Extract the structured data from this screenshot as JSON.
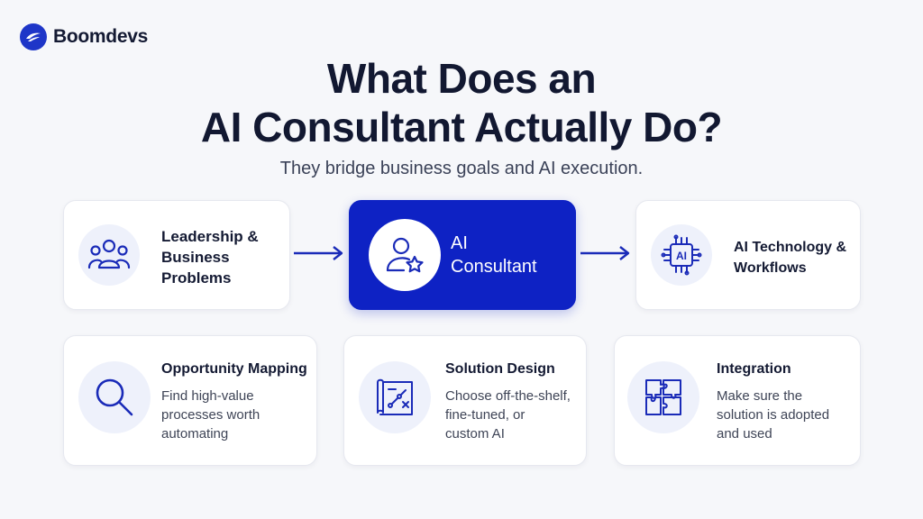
{
  "brand": {
    "name": "Boomdevs",
    "color": "#1e36c8"
  },
  "title": {
    "line1": "What Does an",
    "line2": "AI Consultant Actually Do?"
  },
  "subtitle": "They bridge business goals and AI execution.",
  "flow": [
    {
      "line1": "Leadership &",
      "line2": "Business",
      "line3": "Problems",
      "icon": "team-icon"
    },
    {
      "line1": "AI",
      "line2": "Consultant",
      "icon": "consultant-star-icon"
    },
    {
      "line1": "AI Technology &",
      "line2": "Workflows",
      "icon": "ai-chip-icon",
      "chip_text": "AI"
    }
  ],
  "services": [
    {
      "title": "Opportunity Mapping",
      "desc": [
        "Find high-value",
        "processes worth",
        "automating"
      ],
      "icon": "magnifier-icon"
    },
    {
      "title": "Solution Design",
      "desc": [
        "Choose off-the-shelf,",
        "fine-tuned, or",
        "custom AI"
      ],
      "icon": "blueprint-icon"
    },
    {
      "title": "Integration",
      "desc": [
        "Make sure the",
        "solution is adopted",
        "and used"
      ],
      "icon": "puzzle-icon"
    }
  ],
  "colors": {
    "accent": "#0e22c4",
    "icon_bg": "#eef1fb",
    "text": "#141a33"
  }
}
